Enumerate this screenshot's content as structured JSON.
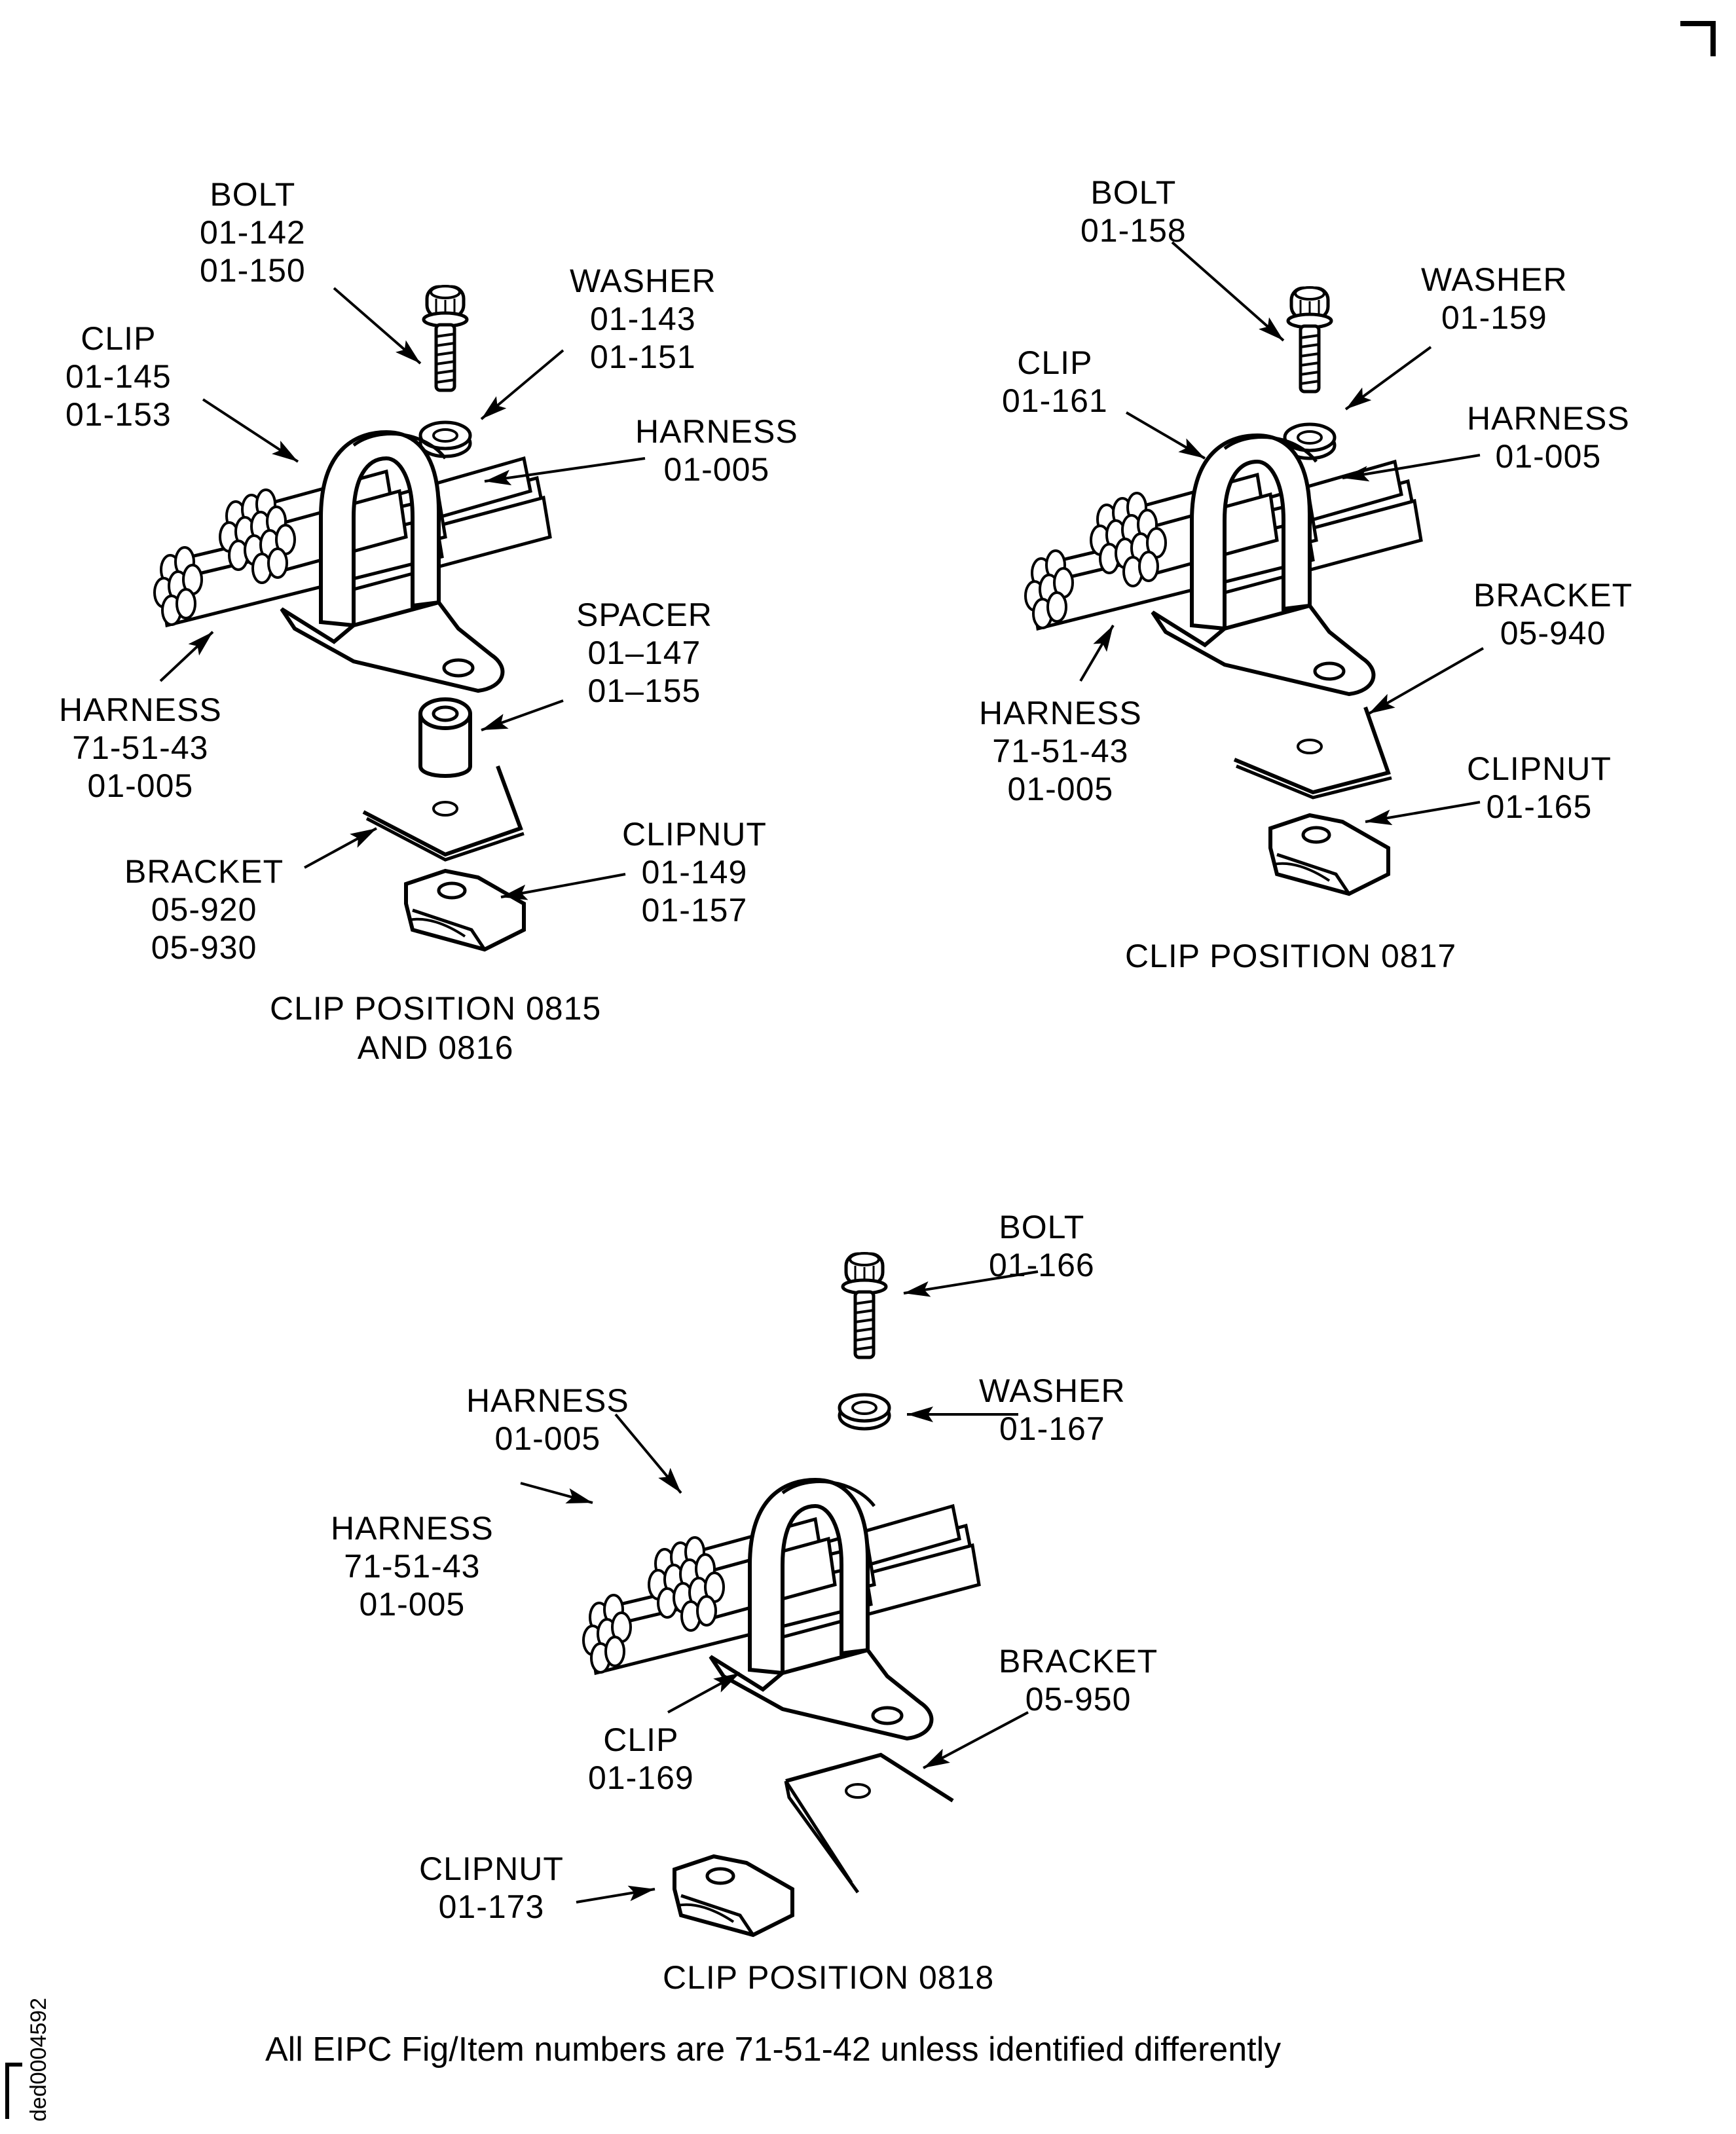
{
  "figure": {
    "document_id": "ded0004592",
    "footnote": "All EIPC Fig/Item numbers are 71-51-42 unless identified differently",
    "views": [
      {
        "caption_lines": [
          "CLIP POSITION 0815",
          "AND  0816"
        ],
        "callouts": {
          "bolt": [
            "BOLT",
            "01-142",
            "01-150"
          ],
          "washer": [
            "WASHER",
            "01-143",
            "01-151"
          ],
          "clip": [
            "CLIP",
            "01-145",
            "01-153"
          ],
          "harness_upper": [
            "HARNESS",
            "01-005"
          ],
          "spacer": [
            "SPACER",
            "01–147",
            "01–155"
          ],
          "harness_lower": [
            "HARNESS",
            "71-51-43",
            "01-005"
          ],
          "bracket": [
            "BRACKET",
            "05-920",
            "05-930"
          ],
          "clipnut": [
            "CLIPNUT",
            "01-149",
            "01-157"
          ]
        }
      },
      {
        "caption_lines": [
          "CLIP POSITION 0817"
        ],
        "callouts": {
          "bolt": [
            "BOLT",
            "01-158"
          ],
          "washer": [
            "WASHER",
            "01-159"
          ],
          "clip": [
            "CLIP",
            "01-161"
          ],
          "harness_upper": [
            "HARNESS",
            "01-005"
          ],
          "bracket": [
            "BRACKET",
            "05-940"
          ],
          "harness_lower": [
            "HARNESS",
            "71-51-43",
            "01-005"
          ],
          "clipnut": [
            "CLIPNUT",
            "01-165"
          ]
        }
      },
      {
        "caption_lines": [
          "CLIP POSITION 0818"
        ],
        "callouts": {
          "bolt": [
            "BOLT",
            "01-166"
          ],
          "washer": [
            "WASHER",
            "01-167"
          ],
          "harness_upper": [
            "HARNESS",
            "01-005"
          ],
          "harness_lower": [
            "HARNESS",
            "71-51-43",
            "01-005"
          ],
          "clip": [
            "CLIP",
            "01-169"
          ],
          "bracket": [
            "BRACKET",
            "05-950"
          ],
          "clipnut": [
            "CLIPNUT",
            "01-173"
          ]
        }
      }
    ]
  }
}
